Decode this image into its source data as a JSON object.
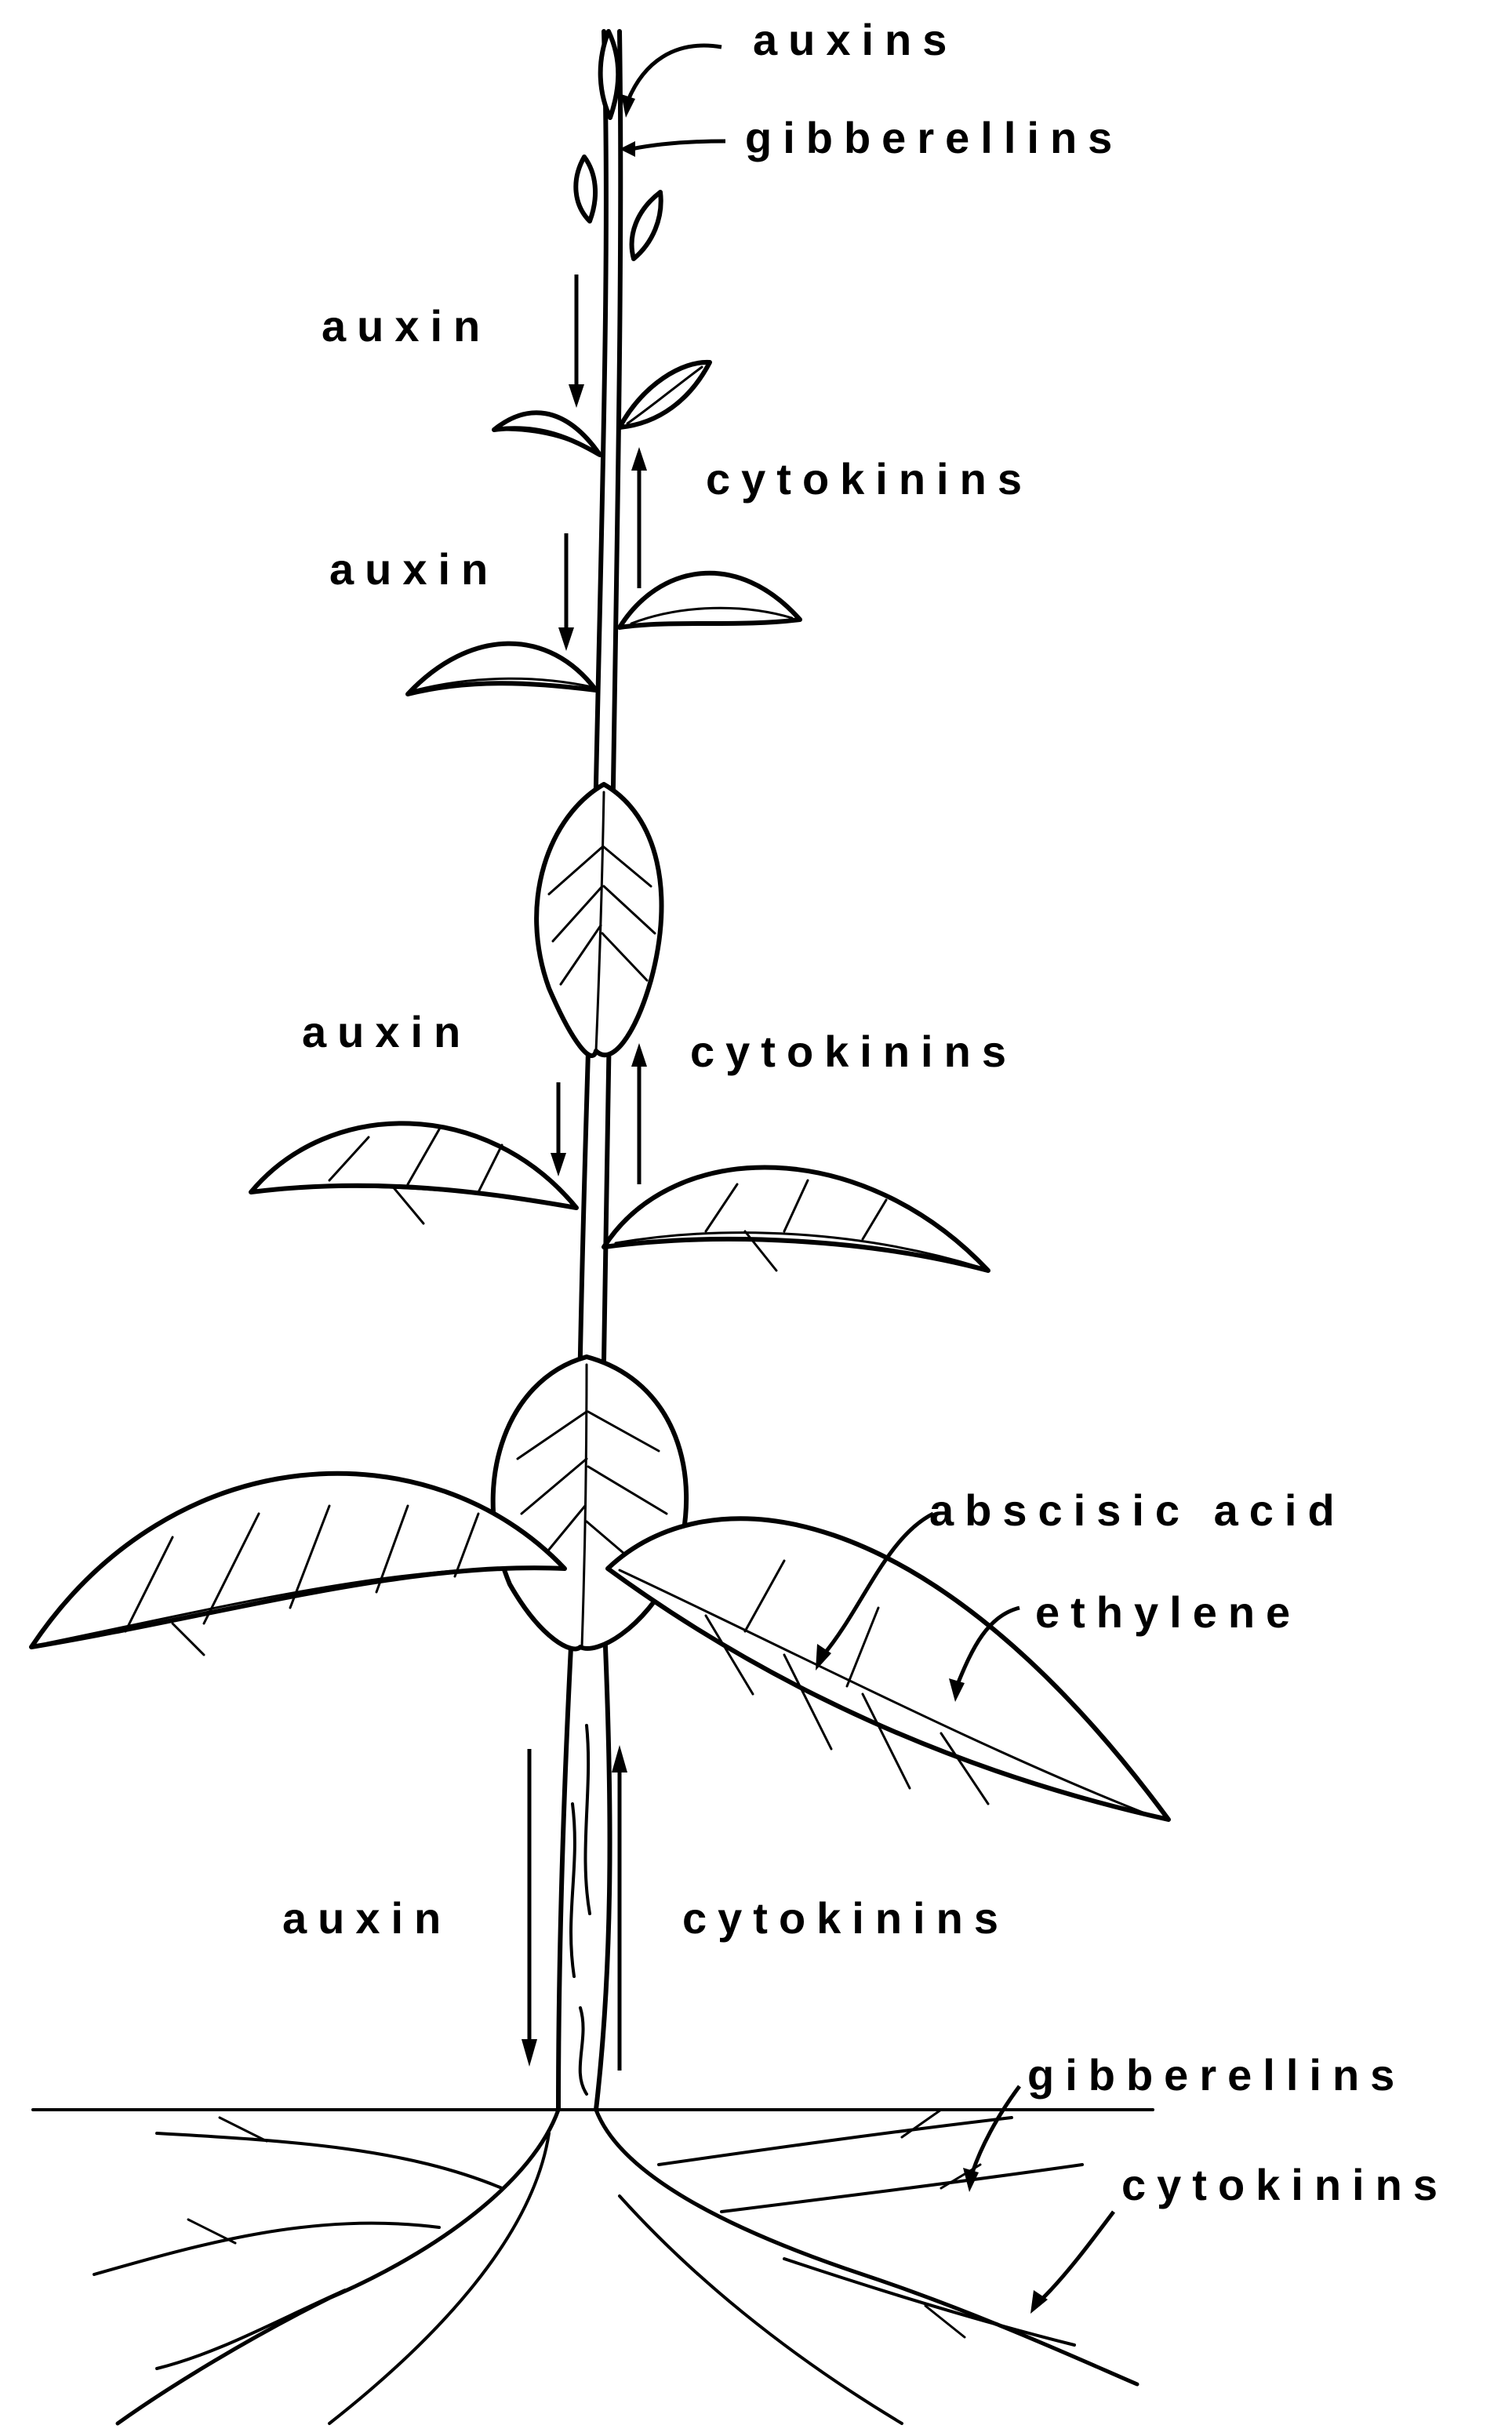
{
  "labels": {
    "top_auxins": "auxins",
    "top_gibberellins": "gibberellins",
    "upper_auxin_1": "auxin",
    "upper_cytokinins_1": "cytokinins",
    "upper_auxin_2": "auxin",
    "mid_auxin": "auxin",
    "mid_cytokinins": "cytokinins",
    "abscisic_acid": "abscisic acid",
    "ethylene": "ethylene",
    "lower_auxin": "auxin",
    "lower_cytokinins": "cytokinins",
    "root_gibberellins": "gibberellins",
    "root_cytokinins": "cytokinins"
  }
}
